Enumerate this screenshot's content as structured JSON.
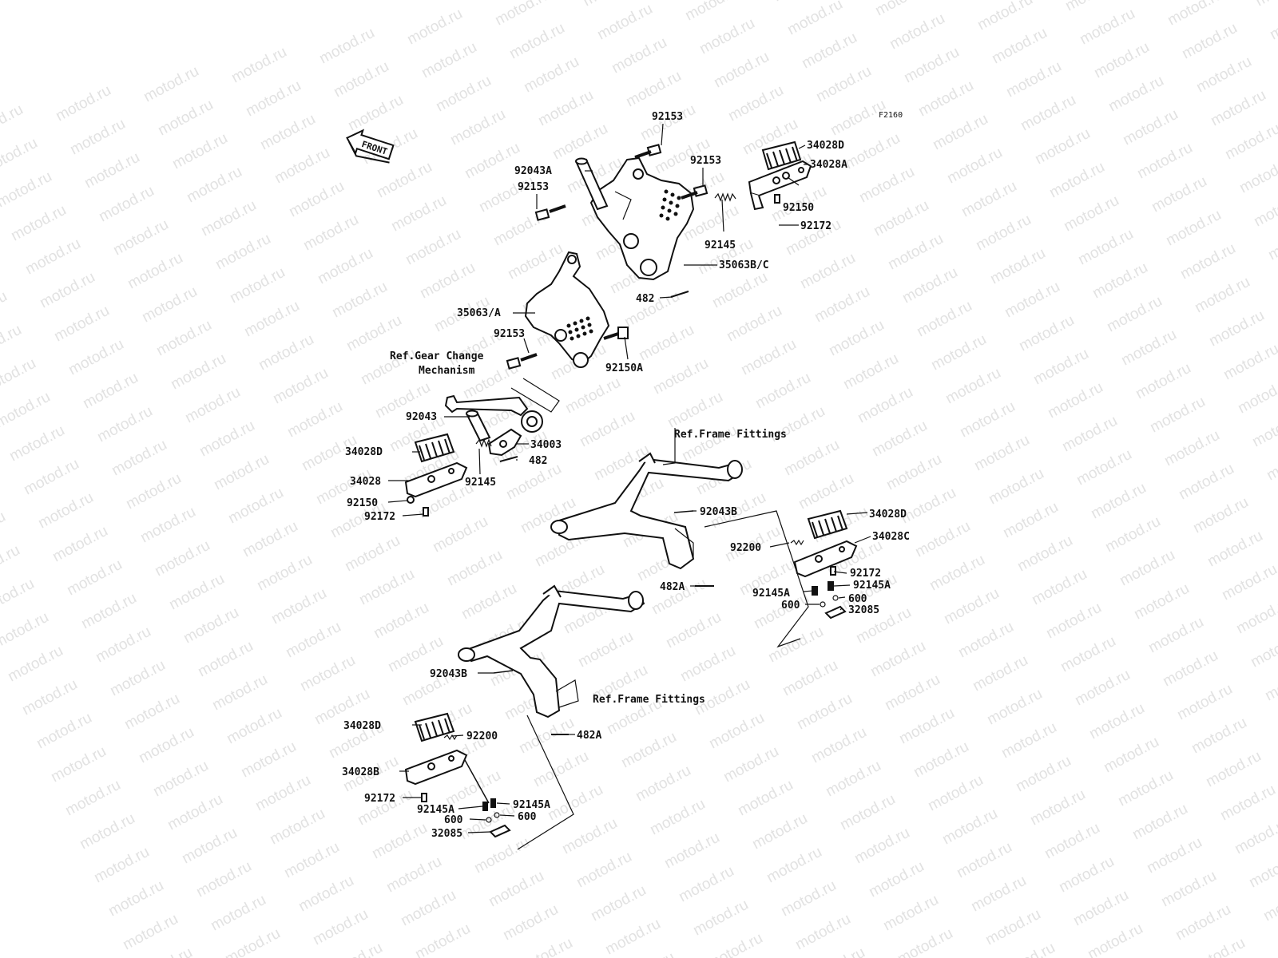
{
  "diagram": {
    "code": "F2160",
    "watermark": "motod.ru",
    "front_arrow_label": "FRONT"
  },
  "labels": {
    "top_92153": "92153",
    "top_92153b": "92153",
    "l_92043A": "92043A",
    "r_34028D": "34028D",
    "r_34028A": "34028A",
    "r_92150": "92150",
    "r_92172": "92172",
    "r_92145": "92145",
    "r_35063BC": "35063B/C",
    "r_482": "482",
    "l_92153": "92153",
    "l_35063A": "35063/A",
    "l_92153b": "92153",
    "l_92150A": "92150A",
    "ref_gear1": "Ref.Gear Change",
    "ref_gear2": "Mechanism",
    "l_92043": "92043",
    "l_34028D": "34028D",
    "l_34003": "34003",
    "l_482": "482",
    "l_34028": "34028",
    "l_92145": "92145",
    "l_92150": "92150",
    "l_92172": "92172",
    "ref_frame_top": "Ref.Frame Fittings",
    "m_92043B": "92043B",
    "m_34028D": "34028D",
    "m_34028C": "34028C",
    "m_92200": "92200",
    "m_92172": "92172",
    "m_482A": "482A",
    "m_92145A_l": "92145A",
    "m_92145A_r": "92145A",
    "m_600_l": "600",
    "m_600_r": "600",
    "m_32085": "32085",
    "b_92043B": "92043B",
    "ref_frame_bottom": "Ref.Frame Fittings",
    "b_34028D": "34028D",
    "b_92200": "92200",
    "b_482A": "482A",
    "b_34028B": "34028B",
    "b_92172": "92172",
    "b_92145A_l": "92145A",
    "b_92145A_r": "92145A",
    "b_600_l": "600",
    "b_600_r": "600",
    "b_32085": "32085"
  }
}
